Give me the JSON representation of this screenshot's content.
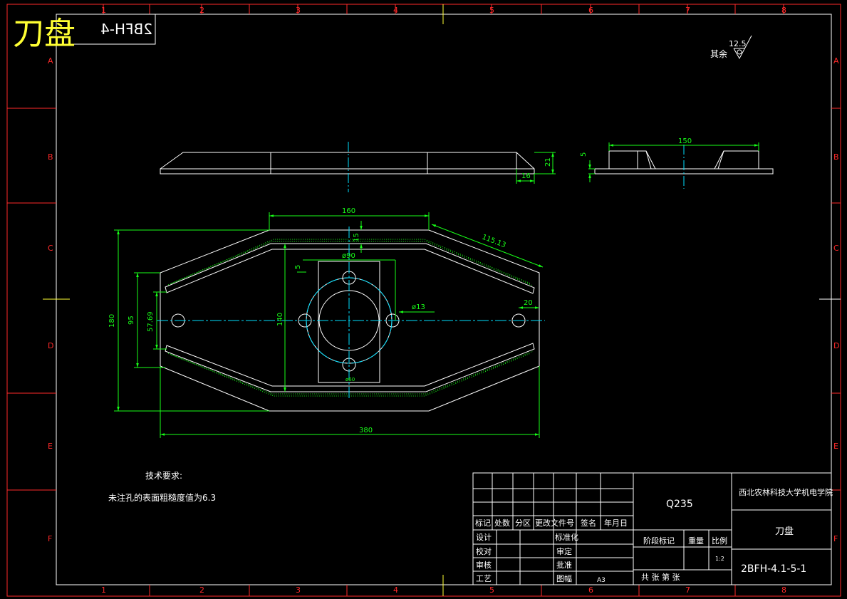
{
  "colors": {
    "frame": "#ff2a2a",
    "line": "#ffffff",
    "dim": "#18ff18",
    "center": "#00e0ff",
    "hidden": "#ffff00",
    "title_big": "#ffff33"
  },
  "header": {
    "title_big": "刀盘",
    "title_mirrored": "2BFH-4"
  },
  "grid": {
    "columns": [
      "1",
      "2",
      "3",
      "4",
      "5",
      "6",
      "7",
      "8"
    ],
    "rows": [
      "A",
      "B",
      "C",
      "D",
      "E",
      "F"
    ]
  },
  "roughness": {
    "label": "其余",
    "value": "12.5"
  },
  "dimensions": {
    "d160": "160",
    "d15": "15",
    "d115": "115.13",
    "d90": "ø90",
    "d5": "5",
    "d13": "ø13",
    "d20": "20",
    "d180": "180",
    "d95": "95",
    "d5769": "57.69",
    "d140": "140",
    "d380": "380",
    "d60": "ø60",
    "d21": "21",
    "d16": "16",
    "d150": "150",
    "d5b": "5"
  },
  "notes": {
    "heading": "技术要求:",
    "line1": "未注孔的表面粗糙度值为6.3"
  },
  "title_block": {
    "material": "Q235",
    "school": "西北农林科技大学机电学院",
    "part_name": "刀盘",
    "drawing_no": "2BFH-4.1-5-1",
    "headers": [
      "标记",
      "处数",
      "分区",
      "更改文件号",
      "签名",
      "年月日"
    ],
    "rows_left": [
      "设计",
      "校对",
      "审核",
      "工艺"
    ],
    "rows_mid": [
      "标准化",
      "审定",
      "批准",
      "图幅"
    ],
    "sheet_size": "A3",
    "stage_label": "阶段标记",
    "weight_label": "重量",
    "scale_label": "比例",
    "scale_value": "1:2",
    "sheet_count": "共   张  第   张"
  }
}
